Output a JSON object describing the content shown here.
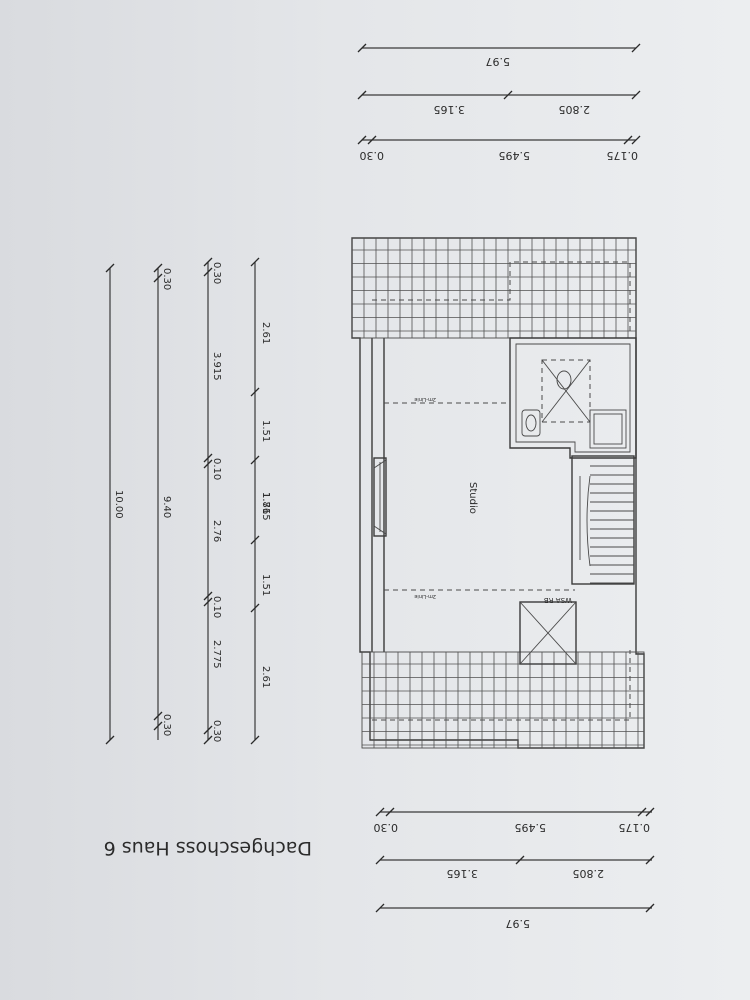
{
  "drawing": {
    "title": "Dachgeschoss Haus 6",
    "room_label": "Studio",
    "note_wsa": "WSA RB",
    "note_small_a": "2m-Linie",
    "note_small_b": "2m-Linie"
  },
  "dims_top": {
    "overall": "5.97",
    "split_a": "2.805",
    "split_b": "3.165",
    "detail_a": "0.175",
    "detail_b": "5.495",
    "detail_c": "0.30"
  },
  "dims_bottom": {
    "overall": "5.97",
    "split_a": "2.805",
    "split_b": "3.165",
    "detail_a": "0.175",
    "detail_b": "5.495",
    "detail_c": "0.30"
  },
  "dims_left": {
    "row1": [
      "2.61",
      "1.51",
      "1.76",
      "1.815",
      "1.51",
      "2.61"
    ],
    "row2": [
      "0.30",
      "3.915",
      "0.10",
      "2.76",
      "0.10",
      "2.775",
      "0.30"
    ],
    "row3": [
      "0.30",
      "9.40",
      "0.30"
    ],
    "row4": [
      "10.00"
    ]
  }
}
